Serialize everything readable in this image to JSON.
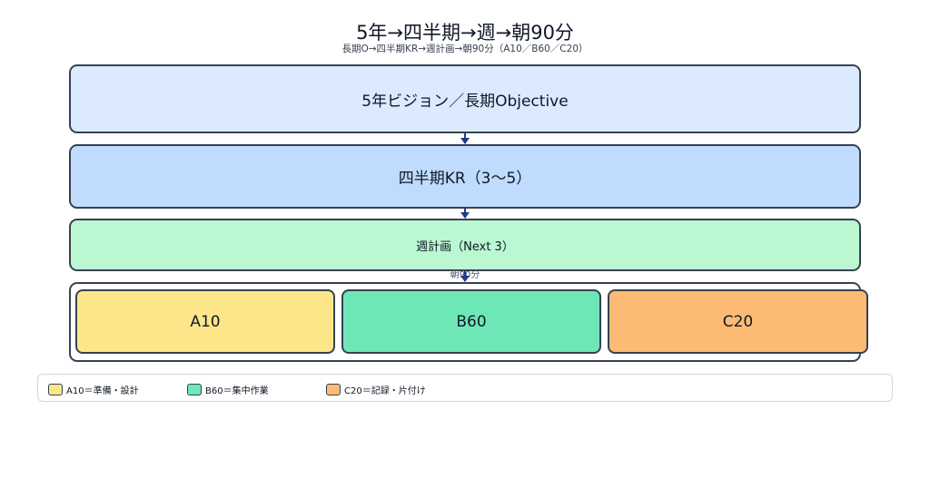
{
  "title": "5年→四半期→週→朝90分",
  "subtitle": "長期O→四半期KR→週計画→朝90分（A10／B60／C20）",
  "layers": {
    "vision": "5年ビジョン／長期Objective",
    "kr": "四半期KR（3〜5）",
    "weekly": "週計画（Next 3）",
    "morning": "朝90分"
  },
  "blocks": [
    {
      "label": "A10",
      "color": "#fde68a"
    },
    {
      "label": "B60",
      "color": "#6ee7b7"
    },
    {
      "label": "C20",
      "color": "#fdba74"
    }
  ],
  "legend": [
    {
      "label": "A10＝準備・設計",
      "color": "#fde68a"
    },
    {
      "label": "B60＝集中作業",
      "color": "#6ee7b7"
    },
    {
      "label": "C20＝記録・片付け",
      "color": "#fdba74"
    }
  ],
  "colors": {
    "vision": "#dbeafe",
    "kr": "#bfdbfe",
    "weekly": "#bbf7d0",
    "arrow": "#1e3a8a",
    "border": "#374151"
  }
}
